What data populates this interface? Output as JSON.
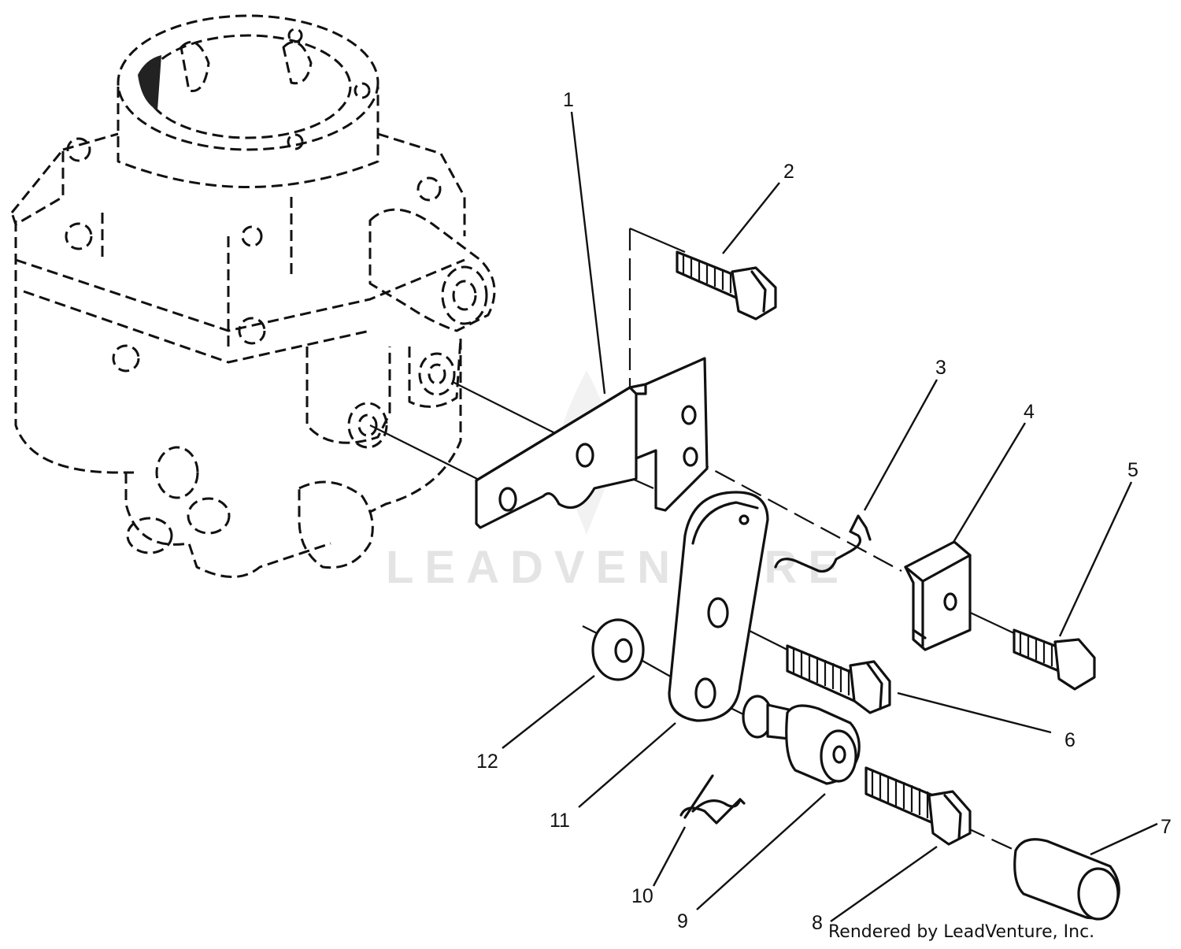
{
  "diagram": {
    "watermark": "LEADVENTURE",
    "credit": "Rendered by LeadVenture, Inc.",
    "callouts": [
      {
        "id": "1",
        "label": "1"
      },
      {
        "id": "2",
        "label": "2"
      },
      {
        "id": "3",
        "label": "3"
      },
      {
        "id": "4",
        "label": "4"
      },
      {
        "id": "5",
        "label": "5"
      },
      {
        "id": "6",
        "label": "6"
      },
      {
        "id": "7",
        "label": "7"
      },
      {
        "id": "8",
        "label": "8"
      },
      {
        "id": "9",
        "label": "9"
      },
      {
        "id": "10",
        "label": "10"
      },
      {
        "id": "11",
        "label": "11"
      },
      {
        "id": "12",
        "label": "12"
      }
    ],
    "colors": {
      "ink": "#111111",
      "watermark": "#e4e4e4",
      "background": "#ffffff"
    },
    "icons": [
      "carburetor-icon",
      "bracket-icon",
      "bolt-icon",
      "spring-icon",
      "clip-icon",
      "cap-icon",
      "lever-icon",
      "washer-icon",
      "pin-icon",
      "swivel-icon"
    ]
  }
}
